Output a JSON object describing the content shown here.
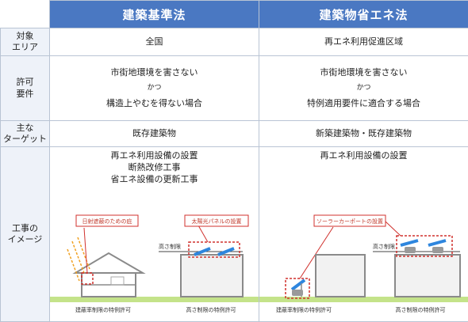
{
  "header": {
    "col1": "建築基準法",
    "col2": "建築物省エネ法"
  },
  "rows": {
    "area": {
      "label": "対象\nエリア",
      "left": "全国",
      "right": "再エネ利用促進区域"
    },
    "permit": {
      "label": "許可\n要件",
      "left": [
        "市街地環境を害さない",
        "かつ",
        "構造上やむを得ない場合"
      ],
      "right": [
        "市街地環境を害さない",
        "かつ",
        "特例適用要件に適合する場合"
      ]
    },
    "target": {
      "label": "主な\nターゲット",
      "left": "既存建築物",
      "right": "新築建築物・既存建築物"
    },
    "image": {
      "label": "工事の\nイメージ",
      "left_lines": [
        "再エネ利用設備の設置",
        "断熱改修工事",
        "省エネ設備の更新工事"
      ],
      "right_lines": [
        "再エネ利用設備の設置"
      ]
    }
  },
  "diagram": {
    "callouts": {
      "eaves": "日射遮蔽のための庇",
      "solar_panel": "太陽光パネルの設置",
      "carport": "ソーラーカーポートの設置"
    },
    "height_limit": "高さ制限",
    "footers": {
      "left_a": "建蔽率制限の特例許可",
      "left_b": "高さ制限の特例許可",
      "right_a": "建蔽率制限の特例許可",
      "right_b": "高さ制限の特例許可"
    },
    "colors": {
      "header": "#4a78c2",
      "callout": "#d0312d",
      "panel": "#2e86de",
      "ground": "#c4e38a"
    }
  }
}
